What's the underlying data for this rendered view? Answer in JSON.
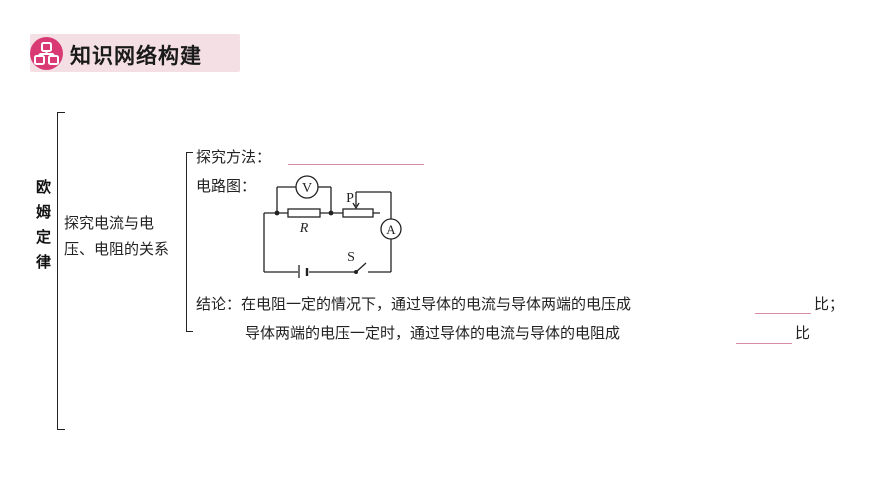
{
  "header": {
    "icon": "network-diagram-icon",
    "title": "知识网络构建",
    "accent_color": "#d93a73",
    "bg_color": "#f3dfe4"
  },
  "topic": {
    "chars": [
      "欧",
      "姆",
      "定",
      "律"
    ]
  },
  "subtopic": {
    "line1": "探究电流与电",
    "line2": "压、电阻的关系"
  },
  "method": {
    "label": "探究方法："
  },
  "circuit": {
    "label": "电路图：",
    "voltmeter": "V",
    "ammeter": "A",
    "resistor": "R",
    "slider": "P",
    "switch": "S"
  },
  "conclusion": {
    "line1_prefix": "结论：在电阻一定的情况下，通过导体的电流与导体两端的电压成",
    "line1_suffix": "比；",
    "line2_prefix": "导体两端的电压一定时，通过导体的电流与导体的电阻成",
    "line2_suffix": "比"
  }
}
